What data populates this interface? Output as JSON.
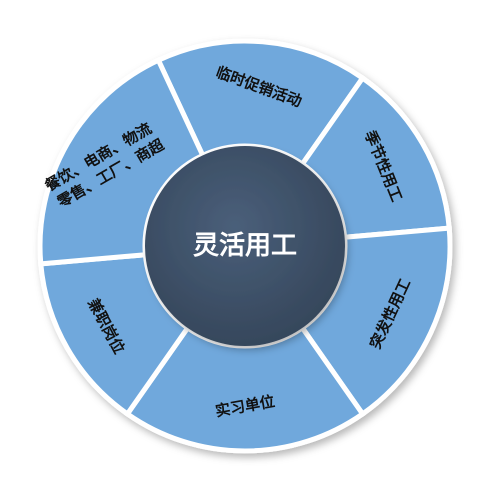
{
  "diagram": {
    "center": {
      "label": "灵活用工"
    },
    "segments": [
      {
        "id": "promo",
        "lines": [
          "临时促销活动"
        ]
      },
      {
        "id": "seasonal",
        "lines": [
          "季节性用工"
        ]
      },
      {
        "id": "burst",
        "lines": [
          "突发性用工"
        ]
      },
      {
        "id": "intern",
        "lines": [
          "实习单位"
        ]
      },
      {
        "id": "parttime",
        "lines": [
          "兼职岗位"
        ]
      },
      {
        "id": "industries",
        "lines": [
          "餐饮、电商、物流",
          "零售、工厂、商超"
        ]
      }
    ],
    "colors": {
      "segment_fill": "#6FA8DC",
      "segment_stroke": "#ffffff",
      "hub_fill": "#3D5068",
      "hub_text": "#ffffff",
      "segment_text": "#111111"
    }
  }
}
